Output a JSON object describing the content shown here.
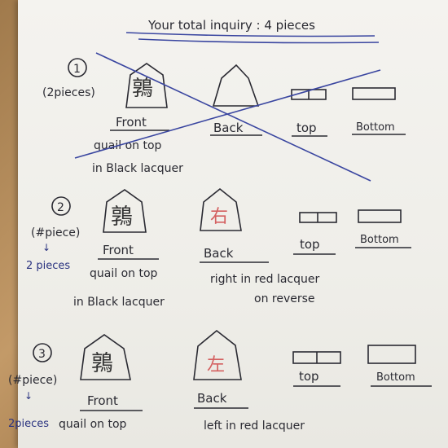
{
  "header": {
    "title": "Your total inquiry : 4 pieces"
  },
  "sections": [
    {
      "number": "1",
      "count": "(2pieces)",
      "front_kanji": "鶉",
      "labels": {
        "front": "Front",
        "back": "Back",
        "top": "top",
        "bottom": "Bottom"
      },
      "notes": [
        "quail on top",
        "in Black lacquer"
      ]
    },
    {
      "number": "2",
      "count": "(#piece)",
      "count_correction": "2 pieces",
      "front_kanji": "鶉",
      "back_kanji": "右",
      "labels": {
        "front": "Front",
        "back": "Back",
        "top": "top",
        "bottom": "Bottom"
      },
      "notes_front": [
        "quail on top",
        "in Black lacquer"
      ],
      "notes_back": [
        "right in red lacquer",
        "on reverse"
      ]
    },
    {
      "number": "3",
      "count": "(#piece)",
      "count_correction": "2pieces",
      "front_kanji": "鶉",
      "back_kanji": "左",
      "labels": {
        "front": "Front",
        "back": "Back",
        "top": "top",
        "bottom": "Bottom"
      },
      "notes_front": [
        "quail on top"
      ],
      "notes_back": [
        "left in red lacquer"
      ]
    }
  ],
  "colors": {
    "ink": "#2a2a32",
    "blue_ink": "#2a3380",
    "red_kanji": "#d46060",
    "paper": "#f2f1ec"
  }
}
